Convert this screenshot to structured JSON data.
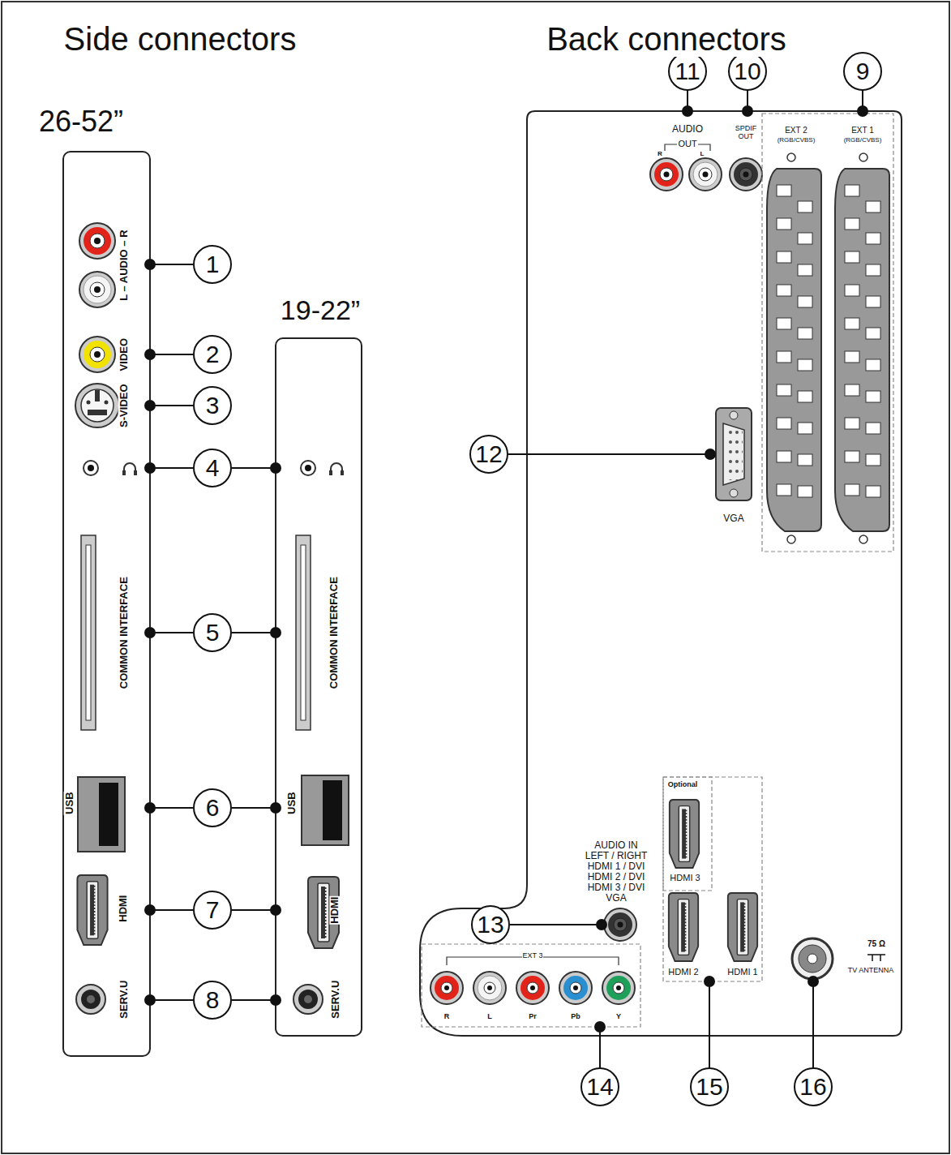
{
  "diagram": {
    "nodes": [
      {
        "text": [
          "1"
        ]
      },
      {
        "text": [
          "2"
        ]
      },
      {
        "text": [
          "3"
        ]
      },
      {
        "text": [
          "4"
        ]
      },
      {
        "text": [
          "5"
        ]
      },
      {
        "text": [
          "6"
        ]
      },
      {
        "text": [
          "7"
        ]
      },
      {
        "text": [
          "8"
        ]
      },
      {
        "text": [
          "9"
        ]
      },
      {
        "text": [
          "10"
        ]
      },
      {
        "text": [
          "11"
        ]
      },
      {
        "text": [
          "12"
        ]
      },
      {
        "text": [
          "13"
        ]
      },
      {
        "text": [
          "14"
        ]
      },
      {
        "text": [
          "15"
        ]
      },
      {
        "text": [
          "16"
        ]
      }
    ],
    "labels": [
      "Side connectors",
      "Back connectors",
      "26-52”",
      "19-22”",
      "L – AUDIO – R",
      "VIDEO",
      "S-VIDEO",
      "COMMON INTERFACE",
      "USB",
      "HDMI",
      "SERV.U",
      "COMMON INTERFACE",
      "USB",
      "HDMI",
      "SERV.U",
      "AUDIO",
      "OUT",
      "R",
      "L",
      "SPDIF OUT",
      "EXT 2",
      "(RGB/CVBS)",
      "EXT 1",
      "(RGB/CVBS)",
      "VGA",
      "AUDIO IN",
      "LEFT / RIGHT",
      "HDMI 1 / DVI",
      "HDMI 2 / DVI",
      "HDMI 3 / DVI",
      "VGA",
      "Optional",
      "HDMI 3",
      "HDMI 2",
      "HDMI 1",
      "EXT 3",
      "R",
      "L",
      "Pr",
      "Pb",
      "Y",
      "75 Ω",
      "TV ANTENNA"
    ]
  }
}
